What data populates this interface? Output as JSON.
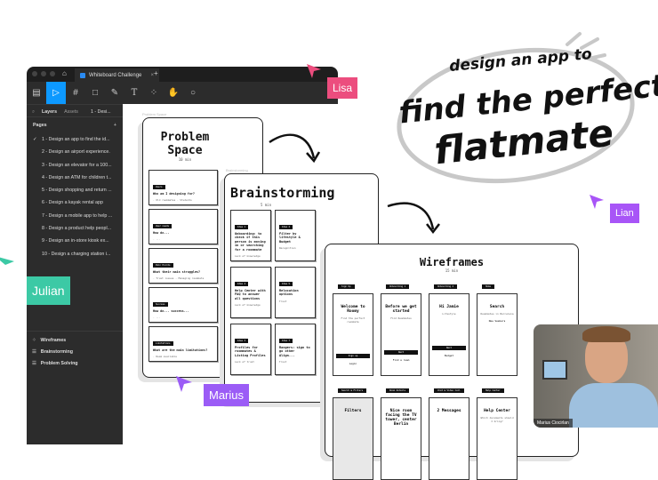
{
  "headline": {
    "line1": "design an app to",
    "line2": "find the perfect",
    "line3": "flatmate"
  },
  "window": {
    "tab_title": "Whiteboard Challenge",
    "tab_close": "×",
    "new_tab": "+"
  },
  "toolbar": {
    "tools": [
      "menu",
      "move",
      "frame",
      "shape",
      "pen",
      "text",
      "resources",
      "hand",
      "comment"
    ],
    "text_tool": "T"
  },
  "sidebar": {
    "tab_layers": "Layers",
    "tab_assets": "Assets",
    "page_selector": "1 - Desi...",
    "pages_heading": "Pages",
    "add_page": "+",
    "pages": [
      "1 - Design an app to find  the id...",
      "2 - Design an airport experience.",
      "3 - Design an elevator for a 100...",
      "4 - Design an ATM for children t...",
      "5 - Design shopping and return ...",
      "6 - Design a kayak rental app",
      "7 - Design a mobile app to help ...",
      "8 - Design a product help peopl...",
      "9 - Design an in-store  kiosk ex...",
      "10 - Design a charging station i..."
    ],
    "layers": [
      "Wireframes",
      "Brainstorming",
      "Problem Solving"
    ]
  },
  "frames": {
    "problem": {
      "label": "Problem Space",
      "title1": "Problem",
      "title2": "Space",
      "time": "10 min",
      "cards": [
        {
          "tag": "Users",
          "title": "Who am I designing for?",
          "sub": "- Old roommates - Students"
        },
        {
          "tag": "User needs",
          "title": "How do...",
          "sub": "- ..."
        },
        {
          "tag": "Pain Points",
          "title": "What their main struggles?",
          "sub": "- Trust issues - Managing roommate"
        },
        {
          "tag": "Success",
          "title": "How do... success...",
          "sub": "- ..."
        },
        {
          "tag": "Limitations",
          "title": "What are the main limitations?",
          "sub": "- Room available"
        }
      ]
    },
    "brainstorming": {
      "label": "Brainstorming",
      "title": "Brainstorming",
      "time": "5 min",
      "cards": [
        {
          "tag": "Idea 1",
          "title": "Onboarding: to check if this person is moving in or searching for a roommate",
          "sub": "Lack of knowledge"
        },
        {
          "tag": "Idea 2",
          "title": "Filter by lifestyle & Budget",
          "sub": "Recognition"
        },
        {
          "tag": "Idea 4",
          "title": "Help Center with FAQ to answer all questions",
          "sub": "Lack of knowledge"
        },
        {
          "tag": "Idea 5",
          "title": "Relocation options",
          "sub": "Trust"
        },
        {
          "tag": "Idea 3",
          "title": "Profiles for roommates & Listing Profiles",
          "sub": "Lack of trust"
        },
        {
          "tag": "Idea 7",
          "title": "Rangers: sign to go other Align...",
          "sub": "Trust"
        }
      ]
    },
    "wireframes": {
      "title": "Wireframes",
      "time": "15 min",
      "screens": [
        {
          "label": "Sign Up",
          "title": "Welcome to Roomy",
          "sub": "Find the perfect roommate",
          "btn": "Sign up",
          "link": "Login"
        },
        {
          "label": "Onboarding 1",
          "title": "Before we get started",
          "sub": "Find Roommates",
          "btn": "Next",
          "link": "Find a room"
        },
        {
          "label": "Onboarding 2",
          "title": "Hi Jamie",
          "sub": "Lifestyle",
          "btn": "Next",
          "link": "Budget"
        },
        {
          "label": "Home",
          "title": "Search",
          "sub": "Roommates in Barcelona",
          "btn": "",
          "link": "New Seekers"
        },
        {
          "label": "Search & Filters",
          "title": "Filters",
          "sub": "",
          "btn": "",
          "link": ""
        },
        {
          "label": "Room details",
          "title": "Nice room facing the TV tower, center Berlin",
          "sub": "",
          "btn": "",
          "link": ""
        },
        {
          "label": "Chat & Video Call",
          "title": "2 Messages",
          "sub": "",
          "btn": "",
          "link": ""
        },
        {
          "label": "Help Center",
          "title": "Help Center",
          "sub": "Which documents should I bring?",
          "btn": "",
          "link": ""
        }
      ]
    }
  },
  "collaborators": [
    {
      "name": "Lisa",
      "color": "#ec4d7e"
    },
    {
      "name": "Lian",
      "color": "#a855f7"
    },
    {
      "name": "Julian",
      "color": "#3cc9a5"
    },
    {
      "name": "Marius",
      "color": "#9b5cf6"
    }
  ],
  "video": {
    "name": "Marius Ciocirlan"
  }
}
